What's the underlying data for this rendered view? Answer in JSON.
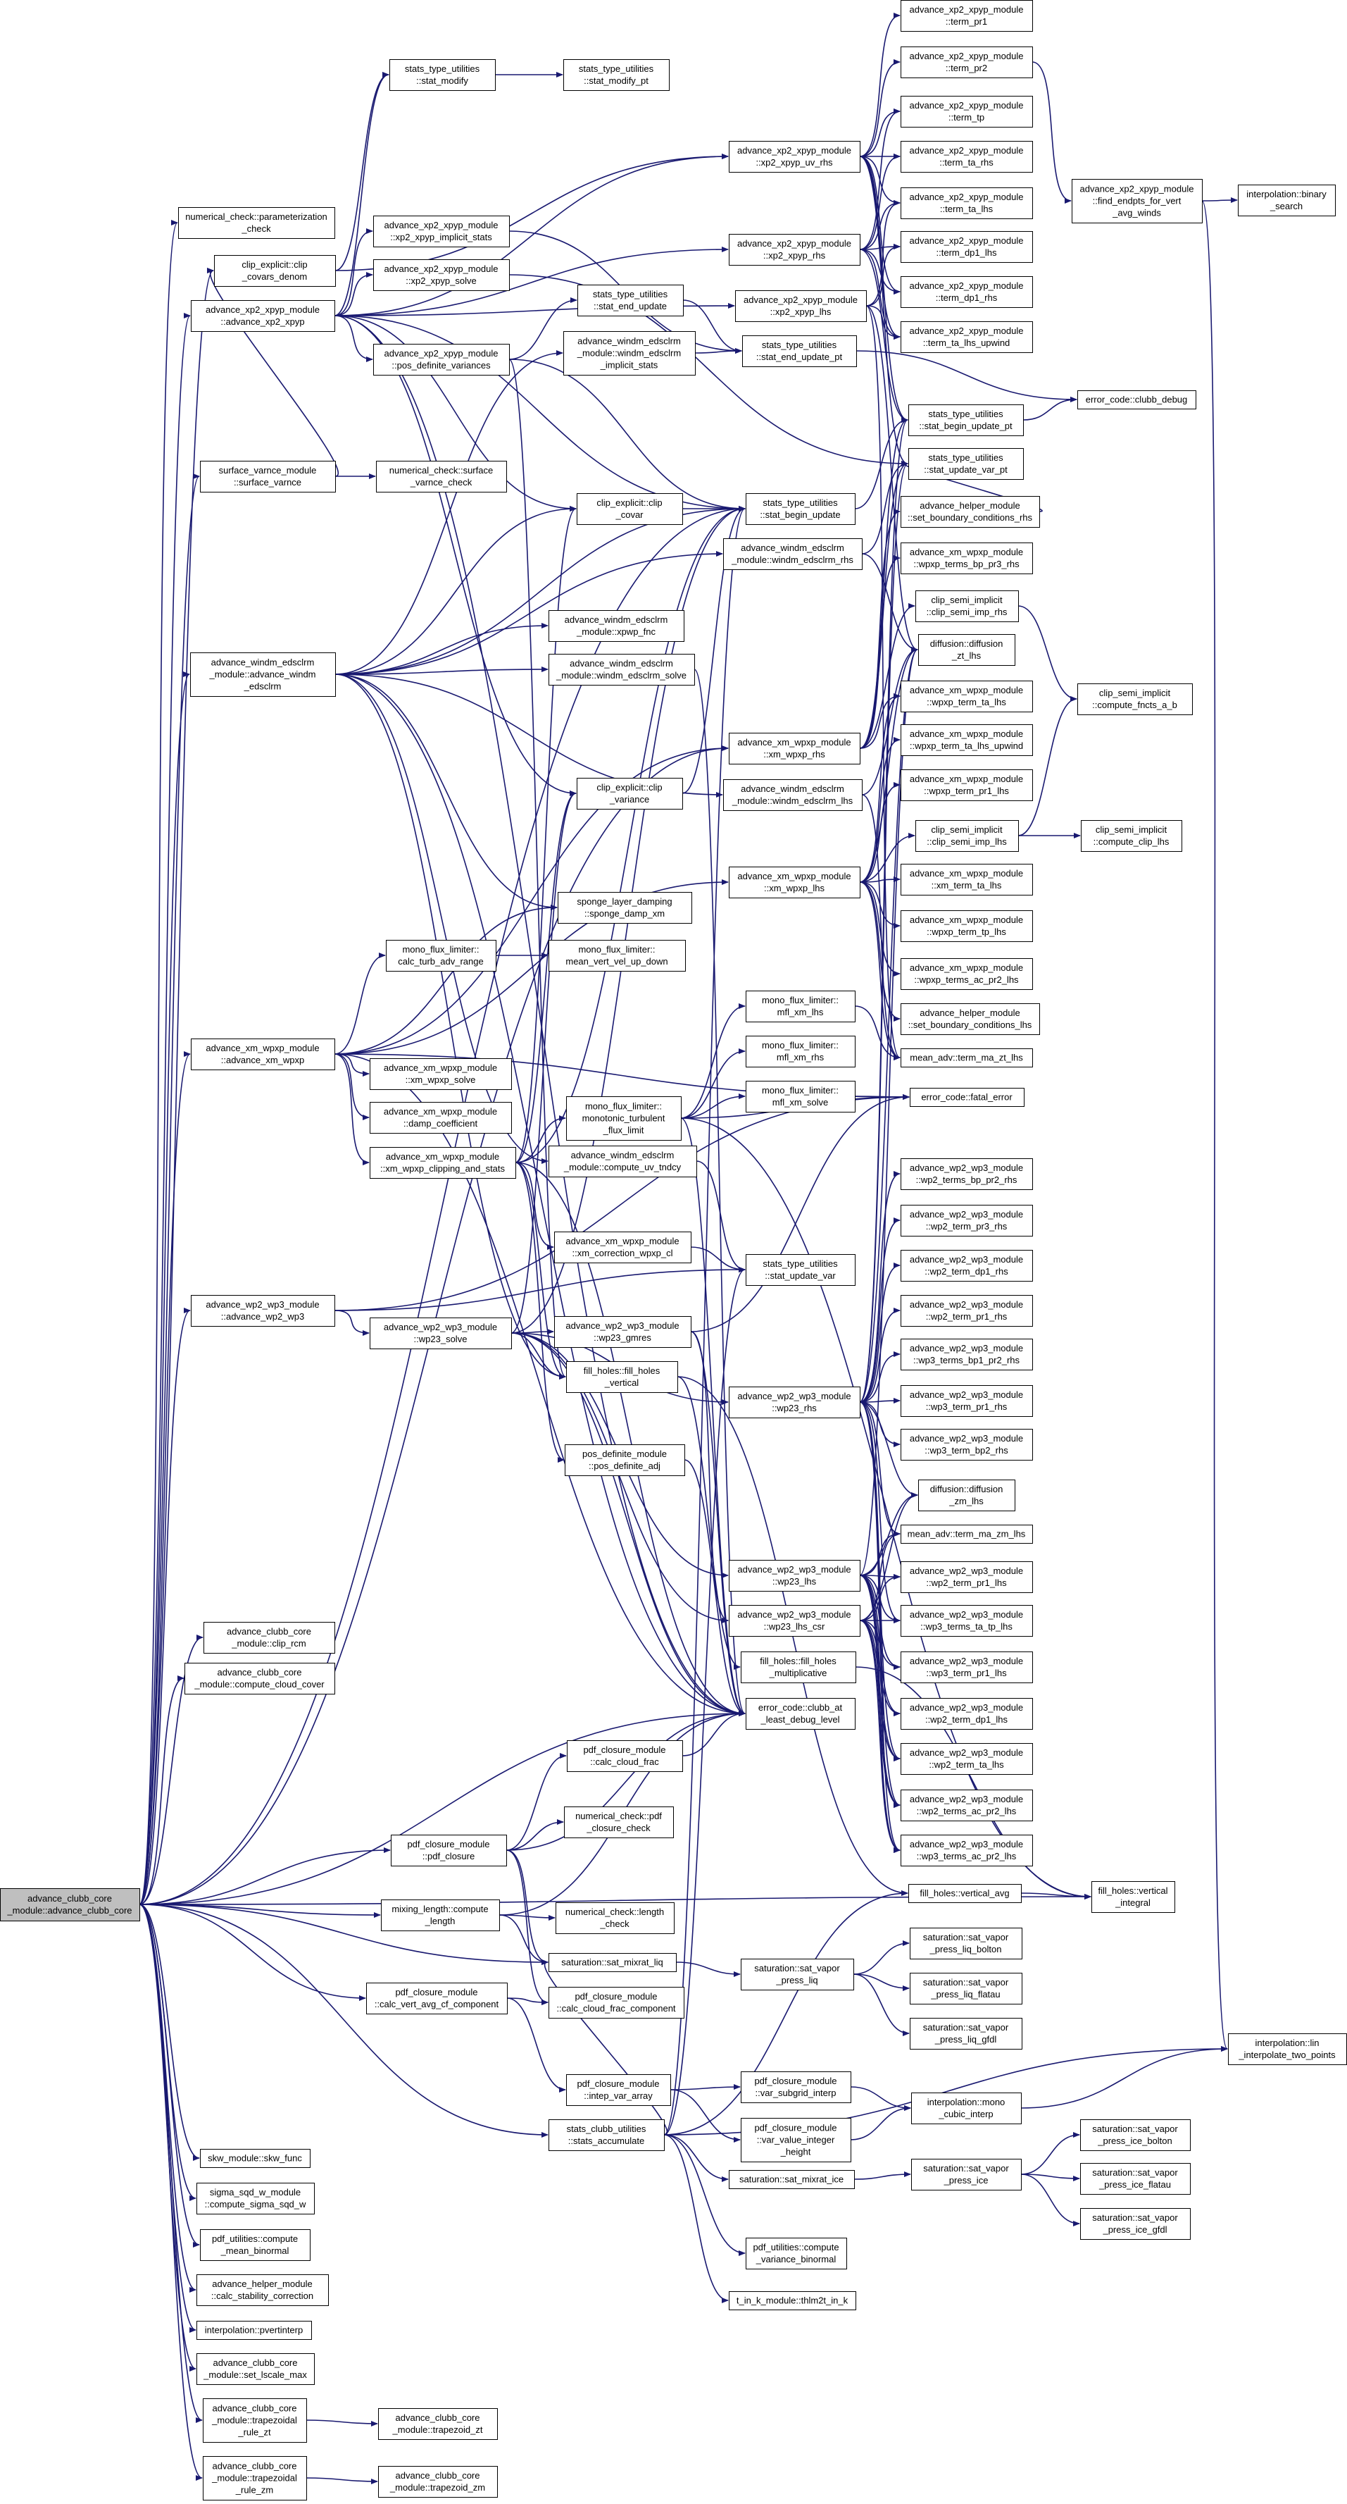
{
  "diagram": {
    "colors": {
      "edge": "#191970",
      "node_fill": "#ffffff",
      "node_border": "#000000",
      "root_fill": "#bfbfbf"
    },
    "root": "root",
    "nodes": [
      {
        "id": "root",
        "lines": [
          "advance_clubb_core",
          "_module::advance_clubb_core"
        ]
      },
      {
        "id": "n_param_check",
        "lines": [
          "numerical_check::parameterization",
          "_check"
        ]
      },
      {
        "id": "n_clip_covars",
        "lines": [
          "clip_explicit::clip",
          "_covars_denom"
        ]
      },
      {
        "id": "n_adv_xp2",
        "lines": [
          "advance_xp2_xpyp_module",
          "::advance_xp2_xpyp"
        ]
      },
      {
        "id": "n_surface_varnce",
        "lines": [
          "surface_varnce_module",
          "::surface_varnce"
        ]
      },
      {
        "id": "n_adv_windm",
        "lines": [
          "advance_windm_edsclrm",
          "_module::advance_windm",
          "_edsclrm"
        ]
      },
      {
        "id": "n_adv_xm_wpxp",
        "lines": [
          "advance_xm_wpxp_module",
          "::advance_xm_wpxp"
        ]
      },
      {
        "id": "n_adv_wp2_wp3",
        "lines": [
          "advance_wp2_wp3_module",
          "::advance_wp2_wp3"
        ]
      },
      {
        "id": "n_clip_rcm",
        "lines": [
          "advance_clubb_core",
          "_module::clip_rcm"
        ]
      },
      {
        "id": "n_compute_cloud",
        "lines": [
          "advance_clubb_core",
          "_module::compute_cloud_cover"
        ]
      },
      {
        "id": "n_stat_modify",
        "lines": [
          "stats_type_utilities",
          "::stat_modify"
        ]
      },
      {
        "id": "n_stat_modify_pt",
        "lines": [
          "stats_type_utilities",
          "::stat_modify_pt"
        ]
      },
      {
        "id": "n_xp2_implicit",
        "lines": [
          "advance_xp2_xpyp_module",
          "::xp2_xpyp_implicit_stats"
        ]
      },
      {
        "id": "n_xp2_solve",
        "lines": [
          "advance_xp2_xpyp_module",
          "::xp2_xpyp_solve"
        ]
      },
      {
        "id": "n_pos_def_var",
        "lines": [
          "advance_xp2_xpyp_module",
          "::pos_definite_variances"
        ]
      },
      {
        "id": "n_num_surface",
        "lines": [
          "numerical_check::surface",
          "_varnce_check"
        ]
      },
      {
        "id": "n_calc_turb",
        "lines": [
          "mono_flux_limiter::",
          "calc_turb_adv_range"
        ]
      },
      {
        "id": "n_xm_wpxp_solve",
        "lines": [
          "advance_xm_wpxp_module",
          "::xm_wpxp_solve"
        ]
      },
      {
        "id": "n_damp_coef",
        "lines": [
          "advance_xm_wpxp_module",
          "::damp_coefficient"
        ]
      },
      {
        "id": "n_xm_wpxp_clip",
        "lines": [
          "advance_xm_wpxp_module",
          "::xm_wpxp_clipping_and_stats"
        ]
      },
      {
        "id": "n_wp23_solve",
        "lines": [
          "advance_wp2_wp3_module",
          "::wp23_solve"
        ]
      },
      {
        "id": "n_stat_end_update",
        "lines": [
          "stats_type_utilities",
          "::stat_end_update"
        ]
      },
      {
        "id": "n_windm_implicit",
        "lines": [
          "advance_windm_edsclrm",
          "_module::windm_edsclrm",
          "_implicit_stats"
        ]
      },
      {
        "id": "n_clip_covar",
        "lines": [
          "clip_explicit::clip",
          "_covar"
        ]
      },
      {
        "id": "n_xpwp_fnc",
        "lines": [
          "advance_windm_edsclrm",
          "_module::xpwp_fnc"
        ]
      },
      {
        "id": "n_windm_solve",
        "lines": [
          "advance_windm_edsclrm",
          "_module::windm_edsclrm_solve"
        ]
      },
      {
        "id": "n_clip_variance",
        "lines": [
          "clip_explicit::clip",
          "_variance"
        ]
      },
      {
        "id": "n_sponge",
        "lines": [
          "sponge_layer_damping",
          "::sponge_damp_xm"
        ]
      },
      {
        "id": "n_mean_vert",
        "lines": [
          "mono_flux_limiter::",
          "mean_vert_vel_up_down"
        ]
      },
      {
        "id": "n_monotonic",
        "lines": [
          "mono_flux_limiter::",
          "monotonic_turbulent",
          "_flux_limit"
        ]
      },
      {
        "id": "n_compute_uv",
        "lines": [
          "advance_windm_edsclrm",
          "_module::compute_uv_tndcy"
        ]
      },
      {
        "id": "n_xm_correction",
        "lines": [
          "advance_xm_wpxp_module",
          "::xm_correction_wpxp_cl"
        ]
      },
      {
        "id": "n_wp23_gmres",
        "lines": [
          "advance_wp2_wp3_module",
          "::wp23_gmres"
        ]
      },
      {
        "id": "n_fill_holes_vert",
        "lines": [
          "fill_holes::fill_holes",
          "_vertical"
        ]
      },
      {
        "id": "n_pos_def_adj",
        "lines": [
          "pos_definite_module",
          "::pos_definite_adj"
        ]
      },
      {
        "id": "n_calc_cloud_frac",
        "lines": [
          "pdf_closure_module",
          "::calc_cloud_frac"
        ]
      },
      {
        "id": "n_num_pdf",
        "lines": [
          "numerical_check::pdf",
          "_closure_check"
        ]
      },
      {
        "id": "n_num_length",
        "lines": [
          "numerical_check::length",
          "_check"
        ]
      },
      {
        "id": "n_calc_cloud_frac_comp",
        "lines": [
          "pdf_closure_module",
          "::calc_cloud_frac_component"
        ]
      },
      {
        "id": "n_pdf_closure",
        "lines": [
          "pdf_closure_module",
          "::pdf_closure"
        ]
      },
      {
        "id": "n_mixing_length",
        "lines": [
          "mixing_length::compute",
          "_length"
        ]
      },
      {
        "id": "n_sat_mixrat_liq",
        "lines": [
          "saturation::sat_mixrat_liq"
        ]
      },
      {
        "id": "n_calc_vert_avg",
        "lines": [
          "pdf_closure_module",
          "::calc_vert_avg_cf_component"
        ]
      },
      {
        "id": "n_intep_var",
        "lines": [
          "pdf_closure_module",
          "::intep_var_array"
        ]
      },
      {
        "id": "n_stats_accumulate",
        "lines": [
          "stats_clubb_utilities",
          "::stats_accumulate"
        ]
      },
      {
        "id": "n_skw_func",
        "lines": [
          "skw_module::skw_func"
        ]
      },
      {
        "id": "n_sigma_sqd",
        "lines": [
          "sigma_sqd_w_module",
          "::compute_sigma_sqd_w"
        ]
      },
      {
        "id": "n_pdf_util_mean",
        "lines": [
          "pdf_utilities::compute",
          "_mean_binormal"
        ]
      },
      {
        "id": "n_calc_stability",
        "lines": [
          "advance_helper_module",
          "::calc_stability_correction"
        ]
      },
      {
        "id": "n_pvertinterp",
        "lines": [
          "interpolation::pvertinterp"
        ]
      },
      {
        "id": "n_set_lscale",
        "lines": [
          "advance_clubb_core",
          "_module::set_lscale_max"
        ]
      },
      {
        "id": "n_trap_zt",
        "lines": [
          "advance_clubb_core",
          "_module::trapezoidal",
          "_rule_zt"
        ]
      },
      {
        "id": "n_trap_zm",
        "lines": [
          "advance_clubb_core",
          "_module::trapezoidal",
          "_rule_zm"
        ]
      },
      {
        "id": "n_trapezoid_zt",
        "lines": [
          "advance_clubb_core",
          "_module::trapezoid_zt"
        ]
      },
      {
        "id": "n_trapezoid_zm",
        "lines": [
          "advance_clubb_core",
          "_module::trapezoid_zm"
        ]
      },
      {
        "id": "n_xp2_uv_rhs",
        "lines": [
          "advance_xp2_xpyp_module",
          "::xp2_xpyp_uv_rhs"
        ]
      },
      {
        "id": "n_xp2_rhs",
        "lines": [
          "advance_xp2_xpyp_module",
          "::xp2_xpyp_rhs"
        ]
      },
      {
        "id": "n_xp2_lhs",
        "lines": [
          "advance_xp2_xpyp_module",
          "::xp2_xpyp_lhs"
        ]
      },
      {
        "id": "n_stat_end_update_pt",
        "lines": [
          "stats_type_utilities",
          "::stat_end_update_pt"
        ]
      },
      {
        "id": "n_stat_begin_update",
        "lines": [
          "stats_type_utilities",
          "::stat_begin_update"
        ]
      },
      {
        "id": "n_windm_rhs",
        "lines": [
          "advance_windm_edsclrm",
          "_module::windm_edsclrm_rhs"
        ]
      },
      {
        "id": "n_xm_wpxp_rhs",
        "lines": [
          "advance_xm_wpxp_module",
          "::xm_wpxp_rhs"
        ]
      },
      {
        "id": "n_windm_lhs",
        "lines": [
          "advance_windm_edsclrm",
          "_module::windm_edsclrm_lhs"
        ]
      },
      {
        "id": "n_xm_wpxp_lhs",
        "lines": [
          "advance_xm_wpxp_module",
          "::xm_wpxp_lhs"
        ]
      },
      {
        "id": "n_mfl_xm_lhs",
        "lines": [
          "mono_flux_limiter::",
          "mfl_xm_lhs"
        ]
      },
      {
        "id": "n_mfl_xm_rhs",
        "lines": [
          "mono_flux_limiter::",
          "mfl_xm_rhs"
        ]
      },
      {
        "id": "n_mfl_xm_solve",
        "lines": [
          "mono_flux_limiter::",
          "mfl_xm_solve"
        ]
      },
      {
        "id": "n_stat_update_var",
        "lines": [
          "stats_type_utilities",
          "::stat_update_var"
        ]
      },
      {
        "id": "n_wp23_rhs",
        "lines": [
          "advance_wp2_wp3_module",
          "::wp23_rhs"
        ]
      },
      {
        "id": "n_wp23_lhs",
        "lines": [
          "advance_wp2_wp3_module",
          "::wp23_lhs"
        ]
      },
      {
        "id": "n_wp23_lhs_csr",
        "lines": [
          "advance_wp2_wp3_module",
          "::wp23_lhs_csr"
        ]
      },
      {
        "id": "n_fill_holes_mult",
        "lines": [
          "fill_holes::fill_holes",
          "_multiplicative"
        ]
      },
      {
        "id": "n_clubb_at_least",
        "lines": [
          "error_code::clubb_at",
          "_least_debug_level"
        ]
      },
      {
        "id": "n_sat_vapor_liq",
        "lines": [
          "saturation::sat_vapor",
          "_press_liq"
        ]
      },
      {
        "id": "n_var_subgrid",
        "lines": [
          "pdf_closure_module",
          "::var_subgrid_interp"
        ]
      },
      {
        "id": "n_var_value",
        "lines": [
          "pdf_closure_module",
          "::var_value_integer",
          "_height"
        ]
      },
      {
        "id": "n_sat_mixrat_ice",
        "lines": [
          "saturation::sat_mixrat_ice"
        ]
      },
      {
        "id": "n_pdf_util_var",
        "lines": [
          "pdf_utilities::compute",
          "_variance_binormal"
        ]
      },
      {
        "id": "n_thlm2t",
        "lines": [
          "t_in_k_module::thlm2t_in_k"
        ]
      },
      {
        "id": "n_term_pr1",
        "lines": [
          "advance_xp2_xpyp_module",
          "::term_pr1"
        ]
      },
      {
        "id": "n_term_pr2",
        "lines": [
          "advance_xp2_xpyp_module",
          "::term_pr2"
        ]
      },
      {
        "id": "n_term_tp",
        "lines": [
          "advance_xp2_xpyp_module",
          "::term_tp"
        ]
      },
      {
        "id": "n_term_ta_rhs",
        "lines": [
          "advance_xp2_xpyp_module",
          "::term_ta_rhs"
        ]
      },
      {
        "id": "n_term_ta_lhs",
        "lines": [
          "advance_xp2_xpyp_module",
          "::term_ta_lhs"
        ]
      },
      {
        "id": "n_term_dp1_lhs",
        "lines": [
          "advance_xp2_xpyp_module",
          "::term_dp1_lhs"
        ]
      },
      {
        "id": "n_term_dp1_rhs",
        "lines": [
          "advance_xp2_xpyp_module",
          "::term_dp1_rhs"
        ]
      },
      {
        "id": "n_term_ta_lhs_upwind",
        "lines": [
          "advance_xp2_xpyp_module",
          "::term_ta_lhs_upwind"
        ]
      },
      {
        "id": "n_stat_begin_update_pt",
        "lines": [
          "stats_type_utilities",
          "::stat_begin_update_pt"
        ]
      },
      {
        "id": "n_stat_update_var_pt",
        "lines": [
          "stats_type_utilities",
          "::stat_update_var_pt"
        ]
      },
      {
        "id": "n_set_bc_rhs",
        "lines": [
          "advance_helper_module",
          "::set_boundary_conditions_rhs"
        ]
      },
      {
        "id": "n_wpxp_terms_bp_pr3",
        "lines": [
          "advance_xm_wpxp_module",
          "::wpxp_terms_bp_pr3_rhs"
        ]
      },
      {
        "id": "n_clip_semi_rhs",
        "lines": [
          "clip_semi_implicit",
          "::clip_semi_imp_rhs"
        ]
      },
      {
        "id": "n_diff_zt",
        "lines": [
          "diffusion::diffusion",
          "_zt_lhs"
        ]
      },
      {
        "id": "n_wpxp_term_ta_lhs",
        "lines": [
          "advance_xm_wpxp_module",
          "::wpxp_term_ta_lhs"
        ]
      },
      {
        "id": "n_wpxp_term_ta_lhs_up",
        "lines": [
          "advance_xm_wpxp_module",
          "::wpxp_term_ta_lhs_upwind"
        ]
      },
      {
        "id": "n_wpxp_term_pr1",
        "lines": [
          "advance_xm_wpxp_module",
          "::wpxp_term_pr1_lhs"
        ]
      },
      {
        "id": "n_clip_semi_lhs",
        "lines": [
          "clip_semi_implicit",
          "::clip_semi_imp_lhs"
        ]
      },
      {
        "id": "n_xm_term_ta",
        "lines": [
          "advance_xm_wpxp_module",
          "::xm_term_ta_lhs"
        ]
      },
      {
        "id": "n_wpxp_term_tp",
        "lines": [
          "advance_xm_wpxp_module",
          "::wpxp_term_tp_lhs"
        ]
      },
      {
        "id": "n_wpxp_terms_ac_pr2",
        "lines": [
          "advance_xm_wpxp_module",
          "::wpxp_terms_ac_pr2_lhs"
        ]
      },
      {
        "id": "n_set_bc_lhs",
        "lines": [
          "advance_helper_module",
          "::set_boundary_conditions_lhs"
        ]
      },
      {
        "id": "n_mean_adv_zt",
        "lines": [
          "mean_adv::term_ma_zt_lhs"
        ]
      },
      {
        "id": "n_fatal_error",
        "lines": [
          "error_code::fatal_error"
        ]
      },
      {
        "id": "n_wp2_terms_bp_pr2",
        "lines": [
          "advance_wp2_wp3_module",
          "::wp2_terms_bp_pr2_rhs"
        ]
      },
      {
        "id": "n_wp2_term_pr3_rhs",
        "lines": [
          "advance_wp2_wp3_module",
          "::wp2_term_pr3_rhs"
        ]
      },
      {
        "id": "n_wp2_term_dp1_rhs",
        "lines": [
          "advance_wp2_wp3_module",
          "::wp2_term_dp1_rhs"
        ]
      },
      {
        "id": "n_wp2_term_pr1_rhs",
        "lines": [
          "advance_wp2_wp3_module",
          "::wp2_term_pr1_rhs"
        ]
      },
      {
        "id": "n_wp3_terms_bp1_pr2",
        "lines": [
          "advance_wp2_wp3_module",
          "::wp3_terms_bp1_pr2_rhs"
        ]
      },
      {
        "id": "n_wp3_term_pr1_rhs",
        "lines": [
          "advance_wp2_wp3_module",
          "::wp3_term_pr1_rhs"
        ]
      },
      {
        "id": "n_wp3_term_bp2_rhs",
        "lines": [
          "advance_wp2_wp3_module",
          "::wp3_term_bp2_rhs"
        ]
      },
      {
        "id": "n_diff_zm",
        "lines": [
          "diffusion::diffusion",
          "_zm_lhs"
        ]
      },
      {
        "id": "n_mean_adv_zm",
        "lines": [
          "mean_adv::term_ma_zm_lhs"
        ]
      },
      {
        "id": "n_wp2_term_pr1_lhs",
        "lines": [
          "advance_wp2_wp3_module",
          "::wp2_term_pr1_lhs"
        ]
      },
      {
        "id": "n_wp3_terms_ta_tp",
        "lines": [
          "advance_wp2_wp3_module",
          "::wp3_terms_ta_tp_lhs"
        ]
      },
      {
        "id": "n_wp3_term_pr1_lhs",
        "lines": [
          "advance_wp2_wp3_module",
          "::wp3_term_pr1_lhs"
        ]
      },
      {
        "id": "n_wp2_term_dp1_lhs",
        "lines": [
          "advance_wp2_wp3_module",
          "::wp2_term_dp1_lhs"
        ]
      },
      {
        "id": "n_wp2_term_ta_lhs",
        "lines": [
          "advance_wp2_wp3_module",
          "::wp2_term_ta_lhs"
        ]
      },
      {
        "id": "n_wp2_terms_ac_pr2",
        "lines": [
          "advance_wp2_wp3_module",
          "::wp2_terms_ac_pr2_lhs"
        ]
      },
      {
        "id": "n_wp3_terms_ac_pr2",
        "lines": [
          "advance_wp2_wp3_module",
          "::wp3_terms_ac_pr2_lhs"
        ]
      },
      {
        "id": "n_fill_holes_vavg",
        "lines": [
          "fill_holes::vertical_avg"
        ]
      },
      {
        "id": "n_sat_vapor_liq_bolton",
        "lines": [
          "saturation::sat_vapor",
          "_press_liq_bolton"
        ]
      },
      {
        "id": "n_sat_vapor_liq_flatau",
        "lines": [
          "saturation::sat_vapor",
          "_press_liq_flatau"
        ]
      },
      {
        "id": "n_sat_vapor_liq_gfdl",
        "lines": [
          "saturation::sat_vapor",
          "_press_liq_gfdl"
        ]
      },
      {
        "id": "n_mono_cubic",
        "lines": [
          "interpolation::mono",
          "_cubic_interp"
        ]
      },
      {
        "id": "n_sat_vapor_ice",
        "lines": [
          "saturation::sat_vapor",
          "_press_ice"
        ]
      },
      {
        "id": "n_find_endpts",
        "lines": [
          "advance_xp2_xpyp_module",
          "::find_endpts_for_vert",
          "_avg_winds"
        ]
      },
      {
        "id": "n_clubb_debug",
        "lines": [
          "error_code::clubb_debug"
        ]
      },
      {
        "id": "n_clip_semi_fncts",
        "lines": [
          "clip_semi_implicit",
          "::compute_fncts_a_b"
        ]
      },
      {
        "id": "n_clip_semi_clip_lhs",
        "lines": [
          "clip_semi_implicit",
          "::compute_clip_lhs"
        ]
      },
      {
        "id": "n_fill_holes_vint",
        "lines": [
          "fill_holes::vertical",
          "_integral"
        ]
      },
      {
        "id": "n_binary_search",
        "lines": [
          "interpolation::binary",
          "_search"
        ]
      },
      {
        "id": "n_lin_interp",
        "lines": [
          "interpolation::lin",
          "_interpolate_two_points"
        ]
      },
      {
        "id": "n_sat_vapor_ice_bolton",
        "lines": [
          "saturation::sat_vapor",
          "_press_ice_bolton"
        ]
      },
      {
        "id": "n_sat_vapor_ice_flatau",
        "lines": [
          "saturation::sat_vapor",
          "_press_ice_flatau"
        ]
      },
      {
        "id": "n_sat_vapor_ice_gfdl",
        "lines": [
          "saturation::sat_vapor",
          "_press_ice_gfdl"
        ]
      }
    ]
  }
}
